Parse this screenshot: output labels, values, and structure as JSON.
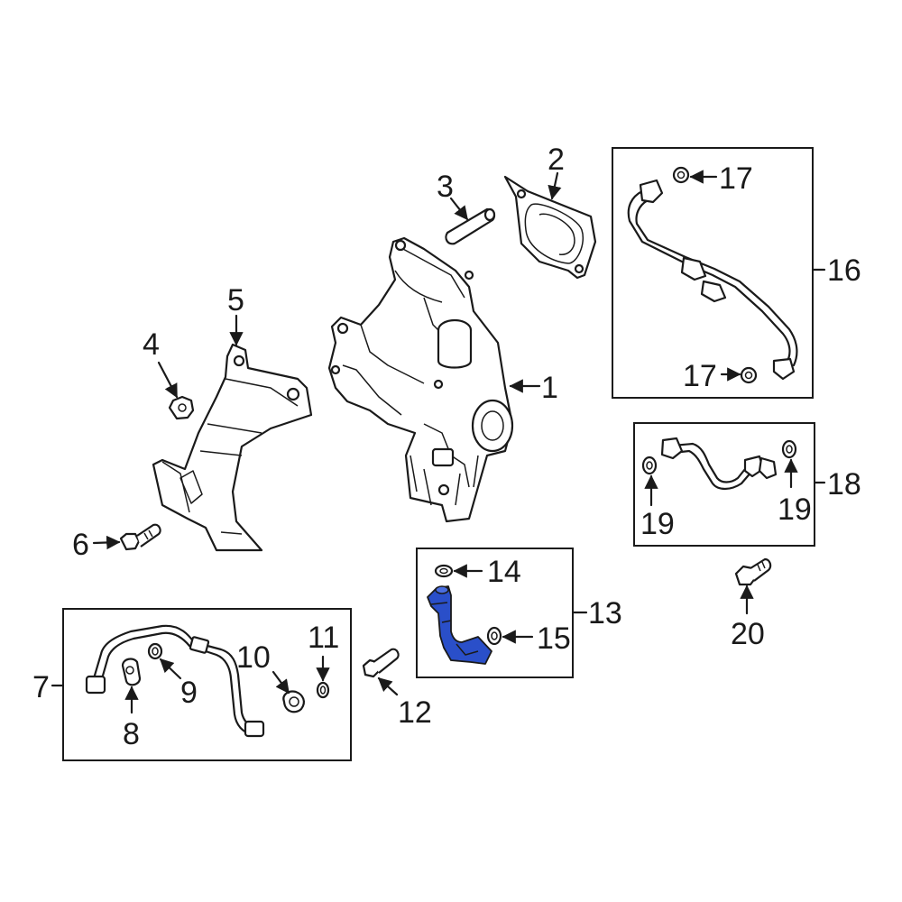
{
  "highlight_color": "#2a4fc9",
  "line_color": "#1a1a1a",
  "callouts": {
    "c1": "1",
    "c2": "2",
    "c3": "3",
    "c4": "4",
    "c5": "5",
    "c6": "6",
    "c7": "7",
    "c8": "8",
    "c9": "9",
    "c10": "10",
    "c11": "11",
    "c12": "12",
    "c13": "13",
    "c14": "14",
    "c15": "15",
    "c16": "16",
    "c17a": "17",
    "c17b": "17",
    "c18": "18",
    "c19a": "19",
    "c19b": "19",
    "c20": "20"
  }
}
